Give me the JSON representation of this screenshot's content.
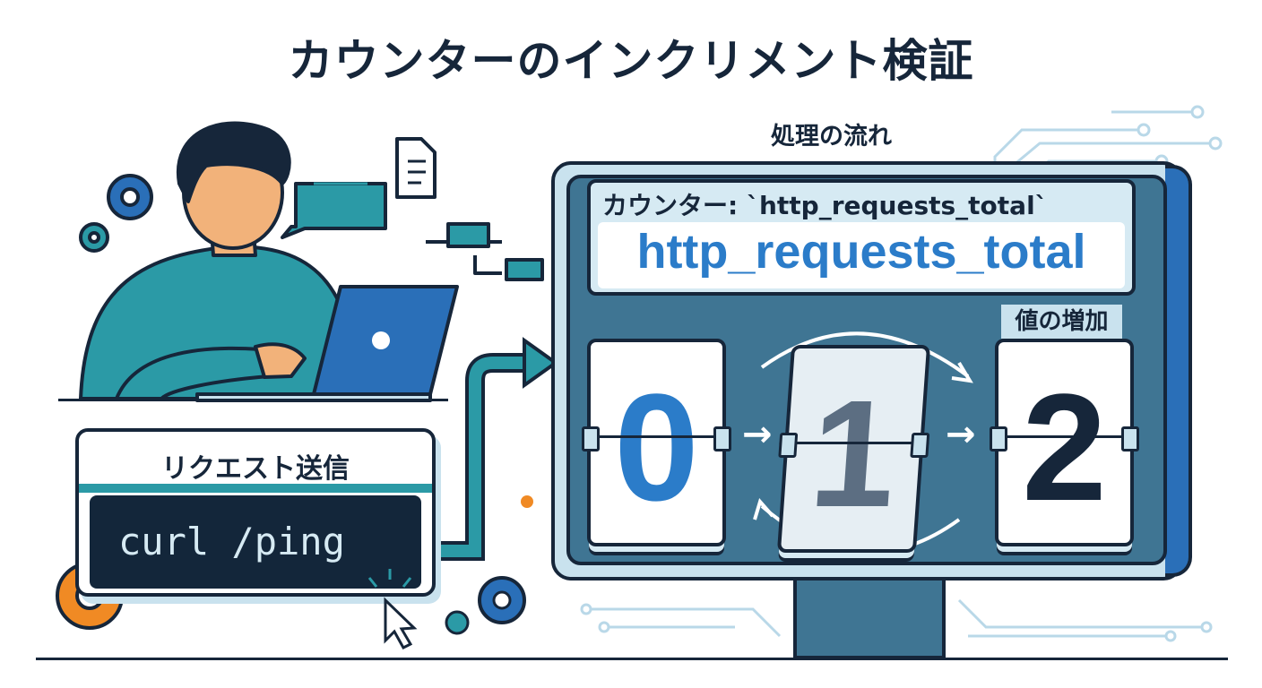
{
  "title": "カウンターのインクリメント検証",
  "flow_label": "処理の流れ",
  "counter": {
    "label": "カウンター: `http_requests_total`",
    "metric_name": "http_requests_total",
    "increase_label": "値の増加",
    "values": [
      "0",
      "1",
      "2"
    ]
  },
  "request": {
    "label": "リクエスト送信",
    "command": "curl /ping"
  },
  "colors": {
    "navy": "#16263a",
    "blue": "#2b7cc9",
    "teal": "#2b9aa6",
    "screen": "#3f7593",
    "light": "#c9e2ee",
    "orange": "#f08a24"
  },
  "icons": [
    "person-icon",
    "laptop-icon",
    "chat-bubble-icon",
    "document-icon",
    "gear-icon",
    "cursor-icon",
    "circuit-icon"
  ]
}
